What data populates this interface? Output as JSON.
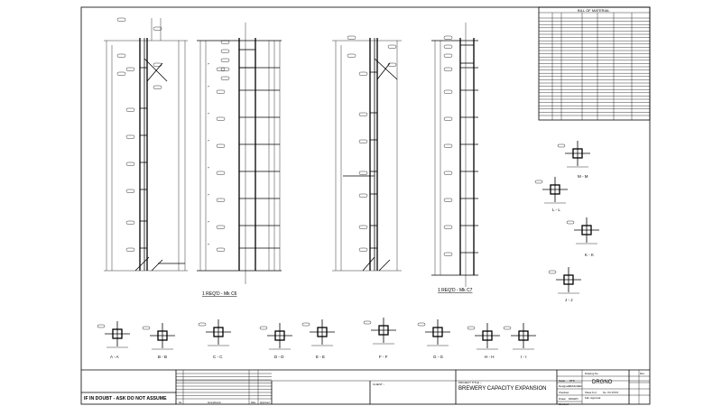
{
  "drawing": {
    "views": [
      {
        "label": "1 REQ'D - Mk C6"
      },
      {
        "label": "1 REQ'D - Mk C7"
      }
    ],
    "sections": [
      "A - A",
      "B - B",
      "C - C",
      "D - D",
      "E - E",
      "F - F",
      "G - G",
      "H - H",
      "I - I",
      "J - J",
      "K - K",
      "L - L",
      "M - M"
    ],
    "bom_title": "BILL OF MATERIAL"
  },
  "title_block": {
    "warning": "IF IN DOUBT - ASK DO NOT ASSUME",
    "amend_headers": [
      "No.",
      "Amendments",
      "Date",
      "Approved"
    ],
    "client_label": "CLIENT :-",
    "project_label": "PROJECT TITLE :-",
    "project_title": "BREWERY CAPACITY EXPANSION",
    "scale_label": "Scale",
    "scale_value": "NTS",
    "designed_label": "Designed",
    "designed_value": "DESIGNED",
    "checked_label": "Checked",
    "drawn_label": "Drawn",
    "drawn_value": "DRAWN",
    "checked2_label": "Checked",
    "drawing_no_label": "Drawing No.",
    "drawing_no": "DRGNO",
    "sheet_label": "Sheet # of",
    "sheet_no_label": "No. XX-XXXX",
    "approval_label": "Fab. Approval",
    "rev_label": "Rev"
  }
}
